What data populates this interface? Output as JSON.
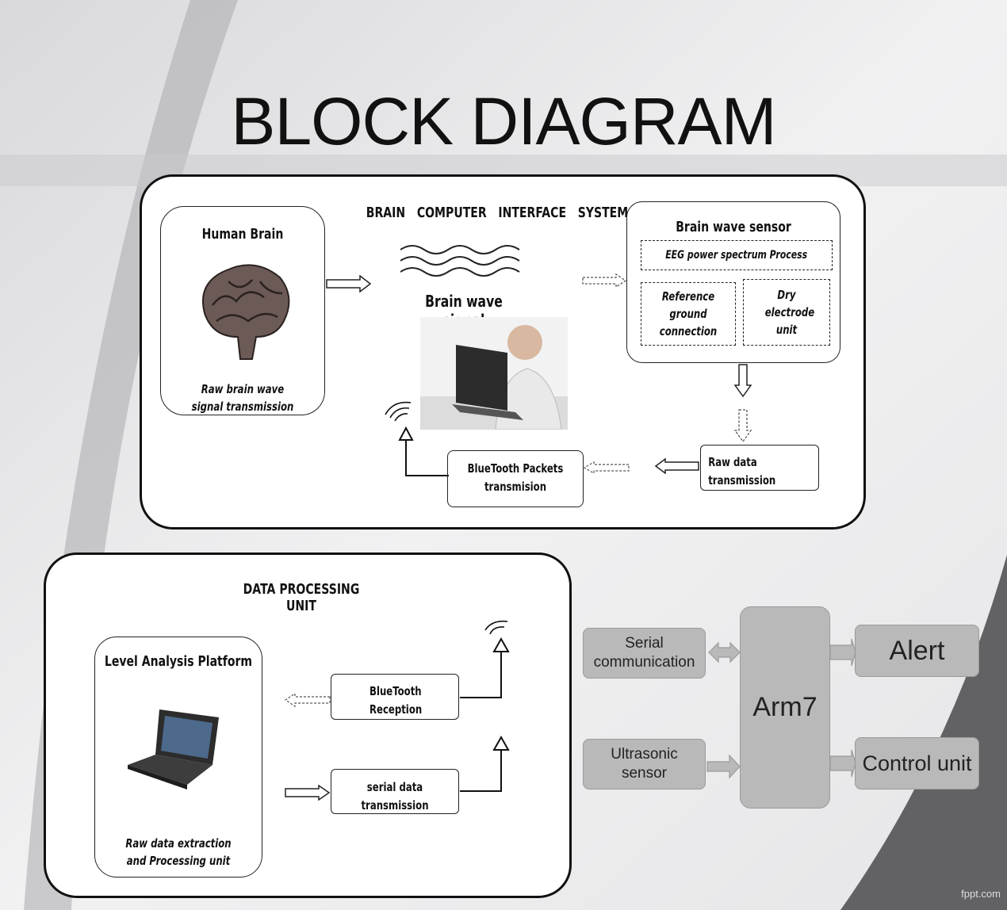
{
  "title": "BLOCK DIAGRAM",
  "bci": {
    "heading": "BRAIN   COMPUTER   INTERFACE   SYSTEM",
    "human_brain_title": "Human Brain",
    "human_brain_caption": "Raw brain wave signal transmission",
    "brain_wave_signal": "Brain wave signal",
    "sensor_title": "Brain wave sensor",
    "eeg": "EEG power spectrum  Process",
    "reference": "Reference ground connection",
    "dry": "Dry electrode unit",
    "raw_data": "Raw data transmission",
    "bluetooth_packets": "BlueTooth  Packets transmision"
  },
  "dpu": {
    "heading": "DATA PROCESSING UNIT",
    "platform_title": "Level Analysis Platform",
    "platform_caption": "Raw data extraction and Processing unit",
    "bt_reception": "BlueTooth Reception",
    "serial_tx": "serial  data transmission"
  },
  "arm": {
    "core": "Arm7",
    "serial": "Serial communication",
    "ultrasonic": "Ultrasonic sensor",
    "alert": "Alert",
    "control": "Control unit"
  },
  "watermark": "fppt.com"
}
